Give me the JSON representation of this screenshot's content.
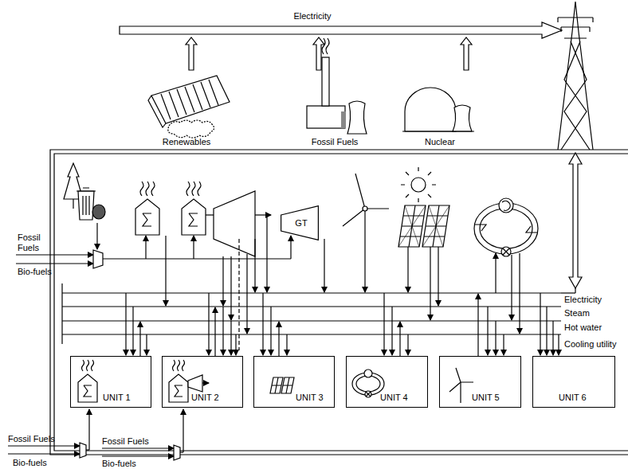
{
  "diagram": {
    "nodes": [
      {
        "text": [
          "GT"
        ]
      },
      {
        "text": [
          "UNIT 1"
        ]
      },
      {
        "text": [
          "UNIT 2"
        ]
      },
      {
        "text": [
          "UNIT 3"
        ]
      },
      {
        "text": [
          "UNIT 4"
        ]
      },
      {
        "text": [
          "UNIT 5"
        ]
      },
      {
        "text": [
          "UNIT 6"
        ]
      }
    ],
    "labels": [
      "Electricity",
      "Renewables",
      "Fossil Fuels",
      "Nuclear",
      "Fossil Fuels",
      "Bio-fuels",
      "Electricity",
      "Steam",
      "Hot water",
      "Cooling utility",
      "Fossil Fuels",
      "Bio-fuels",
      "Fossil Fuels",
      "Bio-fuels"
    ]
  }
}
